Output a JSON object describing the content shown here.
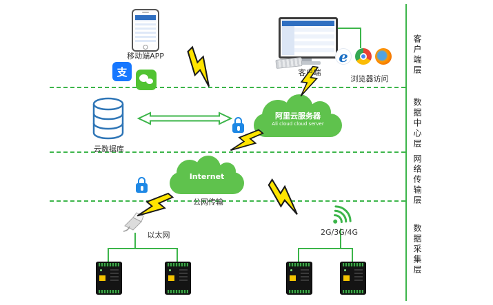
{
  "diagram": {
    "nodes": {
      "mobile_app": "移动端APP",
      "alipay_char": "支",
      "client": "客户端",
      "browser_access": "浏览器访问",
      "ie_glyph": "e",
      "ali_cloud_line1": "阿里云服务器",
      "ali_cloud_line2": "Ali cloud  cloud server",
      "cloud_db": "云数据库",
      "internet": "Internet",
      "public_transmission": "公网传输",
      "ethernet": "以太网",
      "cellular": "2G/3G/4G"
    },
    "layers": [
      {
        "label": "客户端层"
      },
      {
        "label": "数据中心层"
      },
      {
        "label": "网络传输层"
      },
      {
        "label": "数据采集层"
      }
    ],
    "colors": {
      "line_green": "#3cb54a",
      "cloud_green": "#5fc24d",
      "bolt_yellow": "#ffe400",
      "db_blue": "#2e75b6",
      "lock_blue": "#1e88e5",
      "alipay_blue": "#1677ff",
      "wechat_green": "#51c332"
    }
  }
}
